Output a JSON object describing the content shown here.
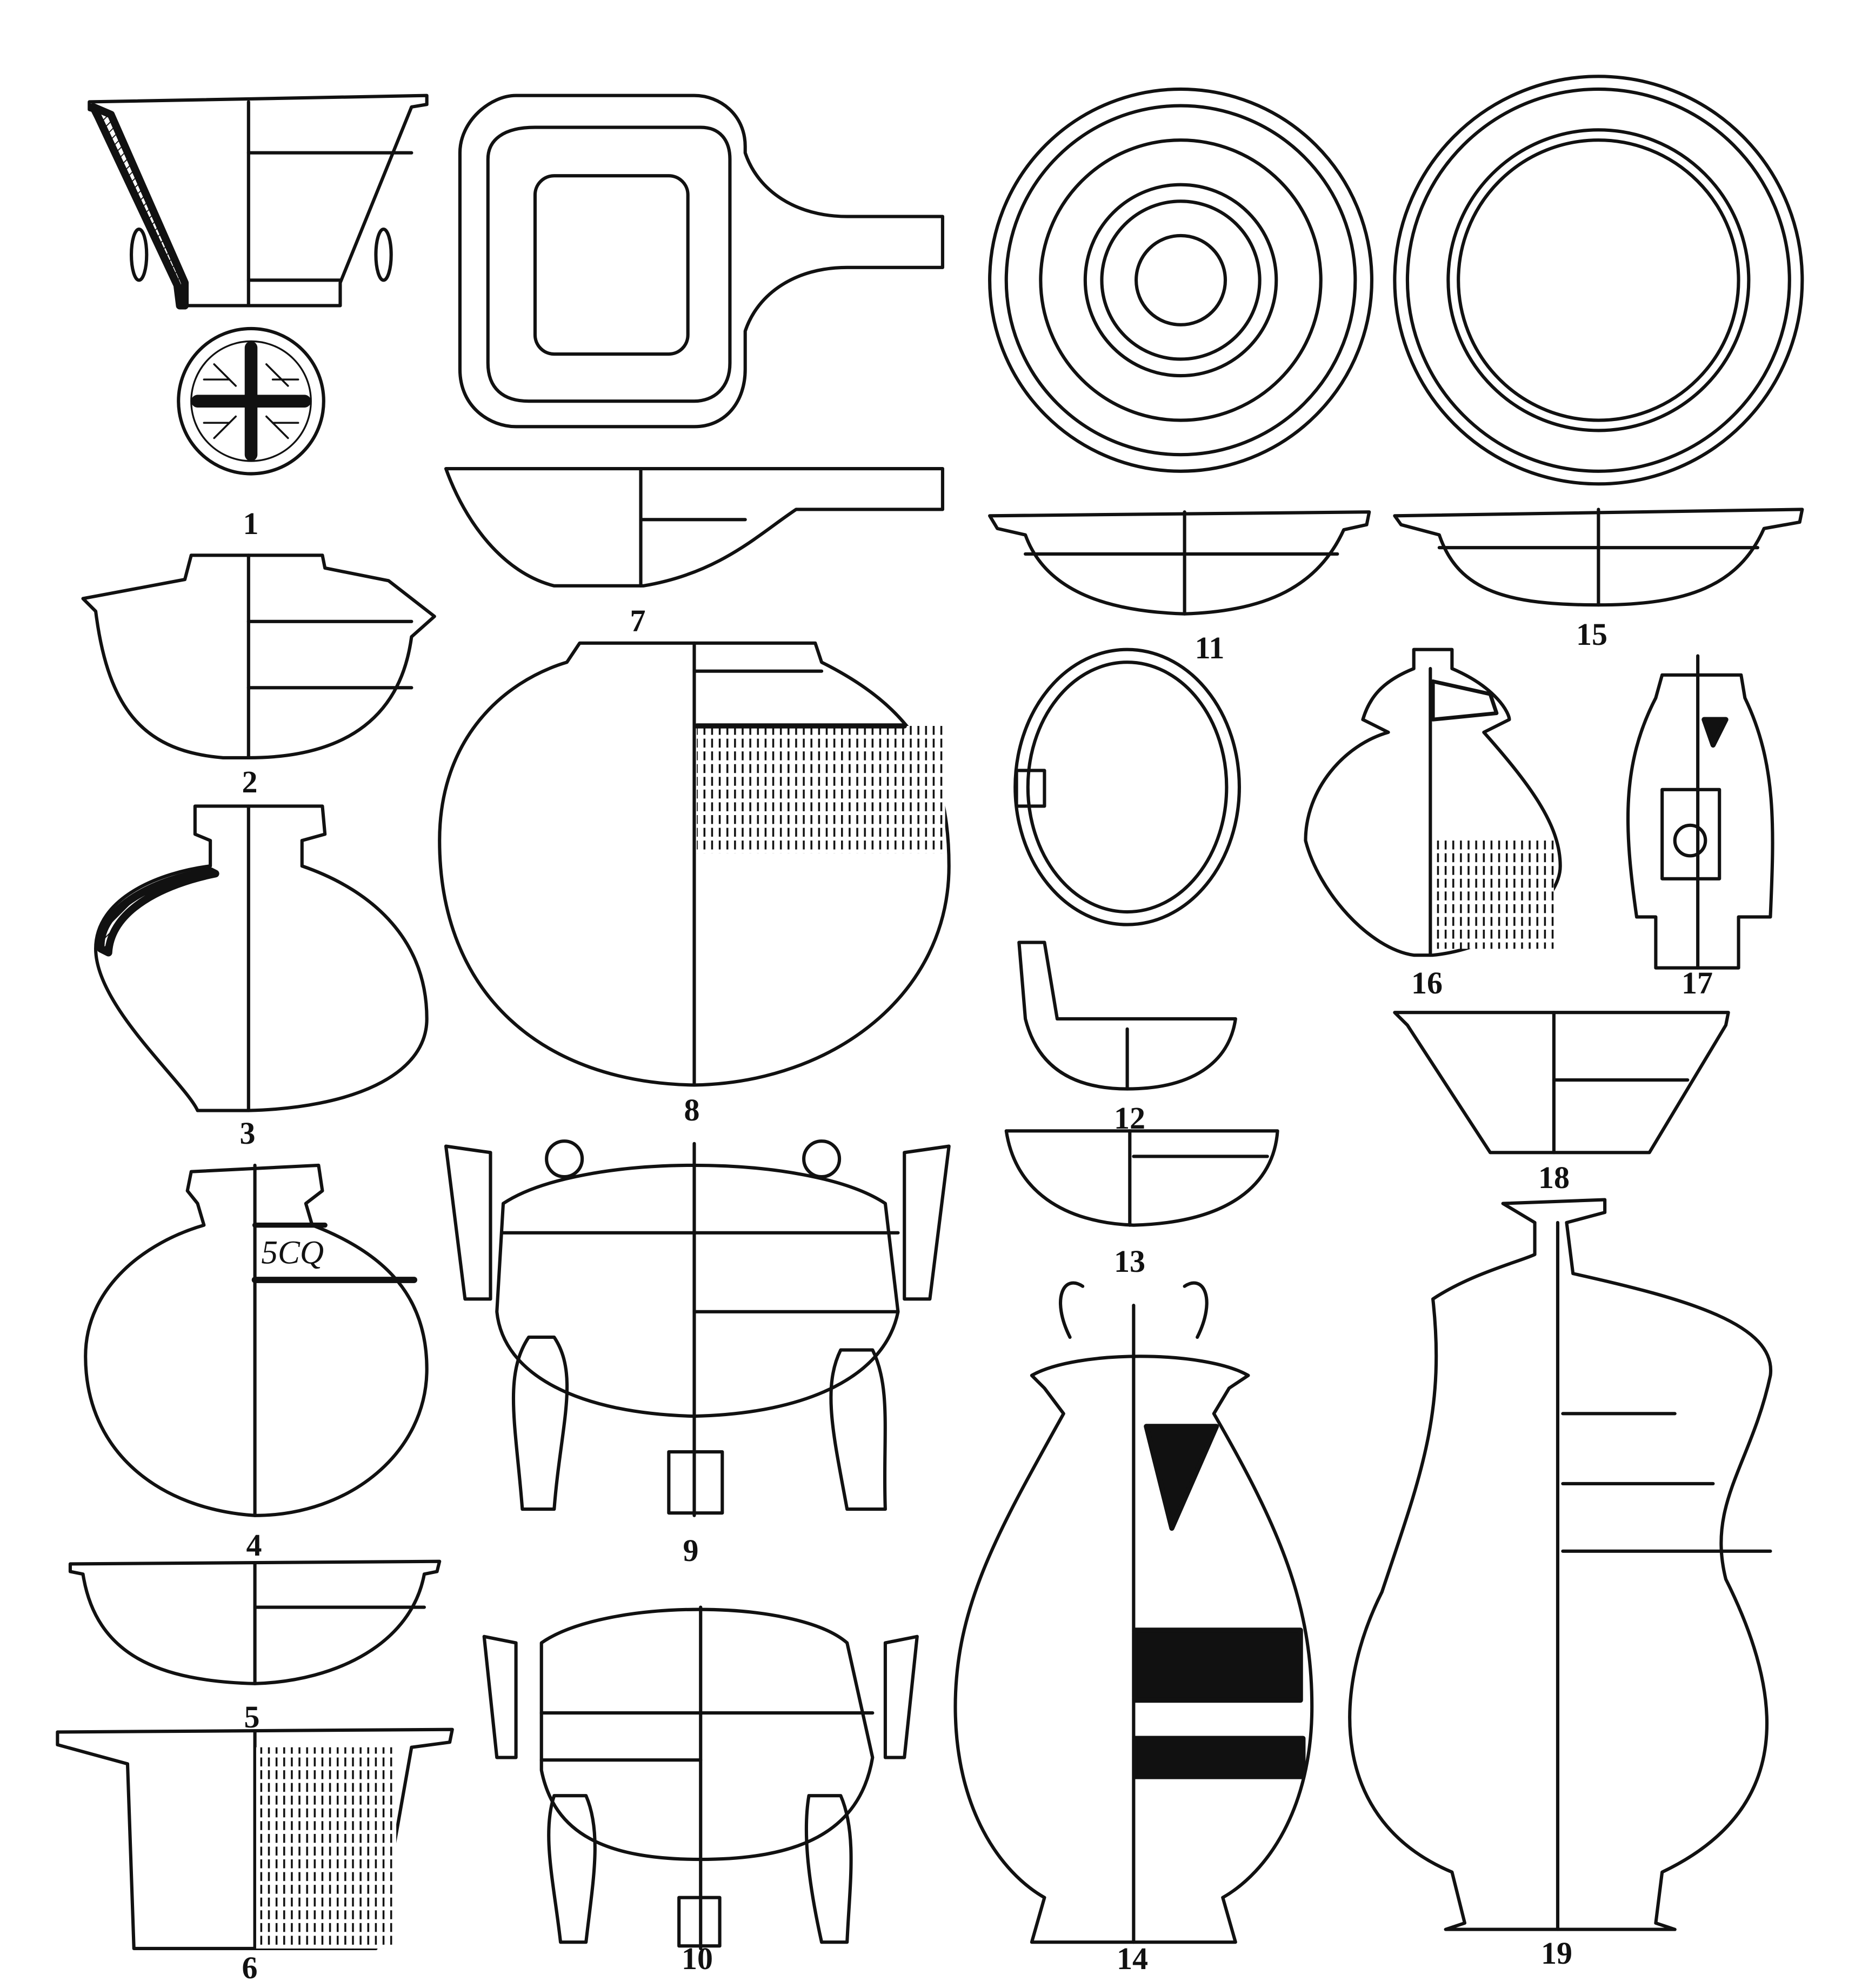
{
  "figure": {
    "labels": [
      "1",
      "2",
      "3",
      "4",
      "5",
      "6",
      "7",
      "8",
      "9",
      "10",
      "11",
      "12",
      "13",
      "14",
      "15",
      "16",
      "17",
      "18",
      "19"
    ],
    "inscription": "5CQ"
  },
  "colors": {
    "ink": "#111111",
    "paper": "#ffffff"
  }
}
